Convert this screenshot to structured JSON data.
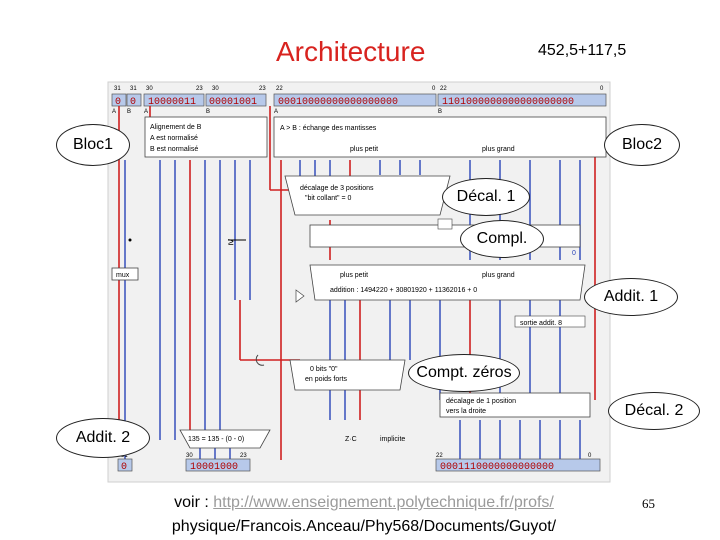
{
  "title": "Architecture",
  "coords": "452,5+117,5",
  "labels": {
    "bloc1": "Bloc1",
    "bloc2": "Bloc2",
    "decal1": "Décal. 1",
    "compl": "Compl.",
    "addit1": "Addit. 1",
    "compt_zeros": "Compt. zéros",
    "decal2": "Décal. 2",
    "addit2": "Addit. 2"
  },
  "footer": {
    "prefix": "voir : ",
    "link": "http://www.enseignement.polytechnique.fr/profs/",
    "line2": "physique/Francois.Anceau/Phy568/Documents/Guyot/"
  },
  "page_number": "65",
  "diagram": {
    "top_bits_left": [
      "0",
      "0",
      "1000",
      "11",
      "000",
      "10"
    ],
    "top_bits_right": [
      "000",
      "100",
      "0000000000000",
      "1101",
      "00000000000000"
    ],
    "bit_index": [
      "31",
      "31",
      "30",
      "23",
      "30",
      "23",
      "22",
      "0",
      "22",
      "0"
    ],
    "letters": [
      "A",
      "B",
      "A",
      "B",
      "A",
      "B"
    ],
    "bloc1_text": [
      "Alignement de B",
      "A est normalisé",
      "B est normalisé"
    ],
    "bloc2_text": [
      "A > B : échange des mantisses",
      "plus petit",
      "plus grand"
    ],
    "decal1_text": [
      "décalage de 3 positions",
      "\"bit collant\" = 0"
    ],
    "compl_text": "0",
    "adder_text": [
      "plus petit",
      "plus grand",
      "addition : 1494220 + 30801920 + 11362016 + 0"
    ],
    "carry_text": "sortie addit. 8",
    "mux_text": "mux",
    "zeros_text": [
      "0 bits \"0\"",
      "en poids forts"
    ],
    "decal2_text": [
      "décalage de 1 position",
      "vers la droite"
    ],
    "exp_text": "135 = 135 - (0 - 0)",
    "implicite_text": "implicite",
    "bottom_bits_left": [
      "0",
      "1000",
      "1000"
    ],
    "bottom_bits_right": [
      "000",
      "111",
      "00000000000000"
    ],
    "bottom_index": [
      "31",
      "30",
      "23",
      "22",
      "0"
    ]
  }
}
